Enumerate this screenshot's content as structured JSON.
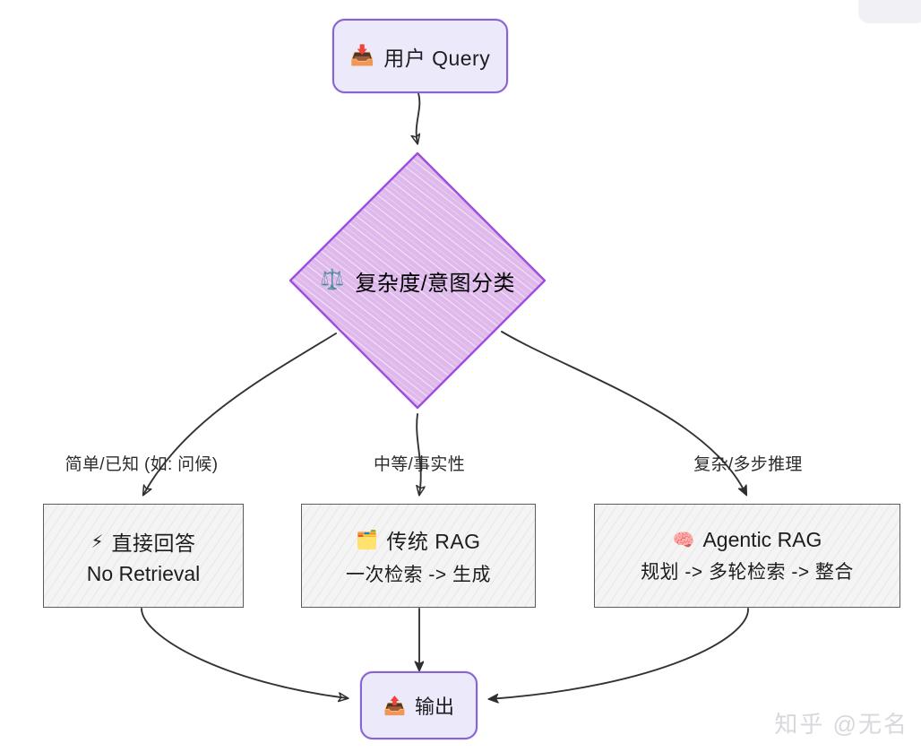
{
  "diagram": {
    "type": "flowchart",
    "title": "RAG routing flowchart",
    "nodes": {
      "input": {
        "icon": "inbox-tray-icon",
        "icon_glyph": "📥",
        "label": "用户 Query"
      },
      "decision": {
        "icon": "balance-scale-icon",
        "icon_glyph": "⚖️",
        "label": "复杂度/意图分类"
      },
      "branch_simple": {
        "icon": "lightning-bolt-icon",
        "icon_glyph": "⚡",
        "title": "直接回答",
        "subtitle": "No Retrieval"
      },
      "branch_medium": {
        "icon": "card-index-dividers-icon",
        "icon_glyph": "🗂️",
        "title": "传统 RAG",
        "subtitle": "一次检索 -> 生成"
      },
      "branch_complex": {
        "icon": "brain-icon",
        "icon_glyph": "🧠",
        "title": "Agentic RAG",
        "subtitle": "规划 -> 多轮检索 -> 整合"
      },
      "output": {
        "icon": "outbox-tray-icon",
        "icon_glyph": "📤",
        "label": "输出"
      }
    },
    "edge_labels": {
      "left": "简单/已知 (如: 问候)",
      "middle": "中等/事实性",
      "right": "复杂/多步推理"
    },
    "colors": {
      "node_fill": "#ece9fb",
      "node_stroke": "#8a63d2",
      "decision_fill": "#dfb8ec",
      "decision_stroke": "#9d4edd",
      "rect_fill": "#f4f4f4",
      "rect_stroke": "#5c5c5c",
      "edge_stroke": "#333333",
      "text": "#1d1d1f"
    }
  },
  "watermark": {
    "text": "知乎 @无名"
  }
}
